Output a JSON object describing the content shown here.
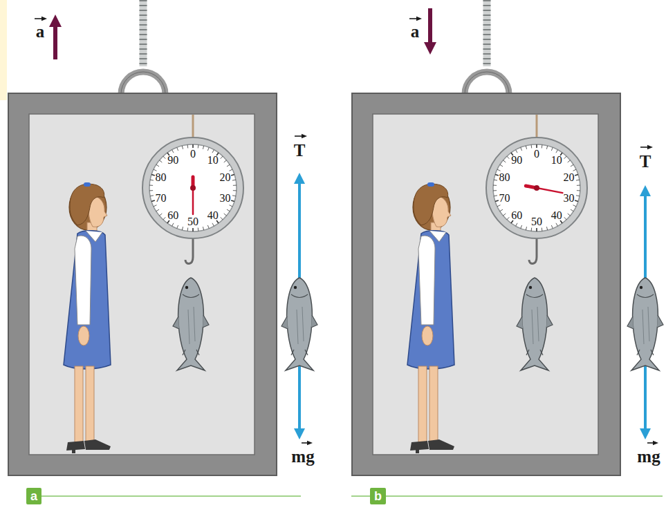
{
  "diagram": {
    "nodes": [
      {
        "text": [
          "0",
          "10",
          "20",
          "30",
          "40",
          "50",
          "60",
          "70",
          "80",
          "90"
        ]
      },
      {
        "text": [
          "0",
          "10",
          "20",
          "30",
          "40",
          "50",
          "60",
          "70",
          "80",
          "90"
        ]
      },
      {
        "text": [
          "a"
        ]
      },
      {
        "text": [
          "b"
        ]
      }
    ],
    "labels": [
      "a",
      "T",
      "mg",
      "a",
      "T",
      "mg"
    ]
  }
}
